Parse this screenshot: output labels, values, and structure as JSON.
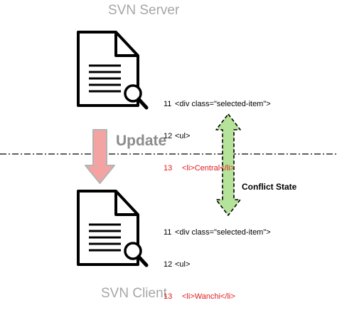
{
  "server": {
    "title": "SVN Server",
    "code_lines": [
      {
        "num": "11",
        "text": "<div class=\"selected-item\">",
        "color": "#000000"
      },
      {
        "num": "12",
        "text": "<ul>",
        "color": "#000000"
      },
      {
        "num": "13",
        "text": "<li>Central</li>",
        "color": "#e31a1c"
      }
    ]
  },
  "client": {
    "title": "SVN Client",
    "code_lines": [
      {
        "num": "11",
        "text": "<div class=\"selected-item\">",
        "color": "#000000"
      },
      {
        "num": "12",
        "text": "<ul>",
        "color": "#000000"
      },
      {
        "num": "13",
        "text": "<li>Wanchi</li>",
        "color": "#e31a1c"
      }
    ]
  },
  "update_label": "Update",
  "conflict_label": "Conflict State",
  "colors": {
    "update_arrow_fill": "#f4a3a3",
    "update_arrow_stroke": "#b3b3b3",
    "conflict_arrow_fill": "#b6e39a",
    "conflict_arrow_stroke": "#000000",
    "highlight_red": "#e31a1c",
    "title_gray": "#a6a6a6"
  },
  "icons": [
    "document-search-icon",
    "document-search-icon"
  ]
}
